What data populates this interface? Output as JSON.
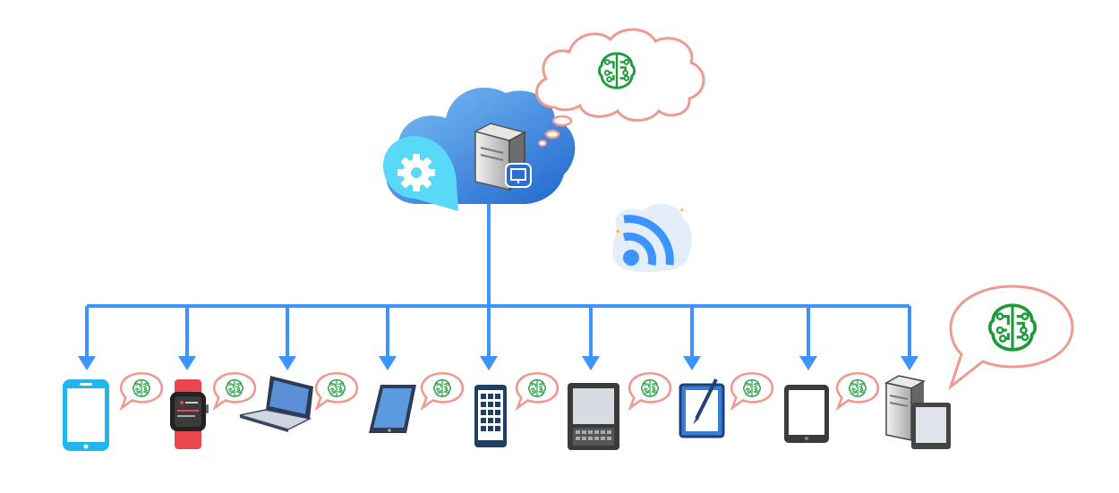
{
  "diagram": {
    "cloud": {
      "icon": "cloud-icon",
      "gear_icon": "gear-icon",
      "server_icon": "server-icon",
      "thought_icon": "brain-circuit-icon"
    },
    "wireless_icon": "wifi-signal-icon",
    "devices": [
      {
        "name": "smartphone",
        "icon": "smartphone-icon"
      },
      {
        "name": "smartwatch",
        "icon": "smartwatch-icon"
      },
      {
        "name": "laptop",
        "icon": "laptop-icon"
      },
      {
        "name": "tablet-angled",
        "icon": "tablet-icon"
      },
      {
        "name": "phone-apps",
        "icon": "phone-apps-icon"
      },
      {
        "name": "pda",
        "icon": "pda-icon"
      },
      {
        "name": "drawing-tablet",
        "icon": "drawing-tablet-icon"
      },
      {
        "name": "tablet",
        "icon": "tablet-icon"
      },
      {
        "name": "desktop-tower",
        "icon": "desktop-tower-icon"
      }
    ],
    "colors": {
      "connector": "#3d94ff",
      "cloud_light": "#6fb3f5",
      "cloud_dark": "#2a6fd1",
      "gear_bubble": "#5ad8f7",
      "bubble_stroke": "#ee9a90",
      "brain": "#1f9a3a"
    }
  }
}
